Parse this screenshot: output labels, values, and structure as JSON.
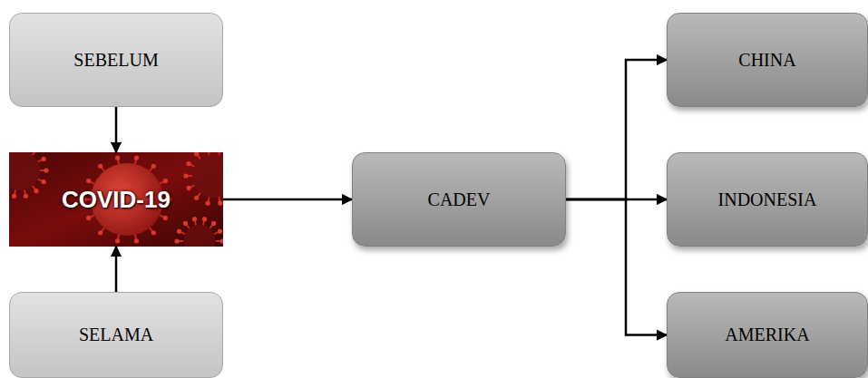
{
  "diagram": {
    "nodes": [
      {
        "text": [
          "SEBELUM"
        ]
      },
      {
        "text": [
          "COVID-19"
        ]
      },
      {
        "text": [
          "SELAMA"
        ]
      },
      {
        "text": [
          "CADEV"
        ]
      },
      {
        "text": [
          "CHINA"
        ]
      },
      {
        "text": [
          "INDONESIA"
        ]
      },
      {
        "text": [
          "AMERIKA"
        ]
      }
    ],
    "edges": [
      {
        "from": 0,
        "to": 1,
        "arrow": "to"
      },
      {
        "from": 2,
        "to": 1,
        "arrow": "to"
      },
      {
        "from": 1,
        "to": 3,
        "arrow": "to"
      },
      {
        "from": 3,
        "to": 4,
        "arrow": "to"
      },
      {
        "from": 3,
        "to": 5,
        "arrow": "to"
      },
      {
        "from": 3,
        "to": 6,
        "arrow": "to"
      }
    ]
  }
}
